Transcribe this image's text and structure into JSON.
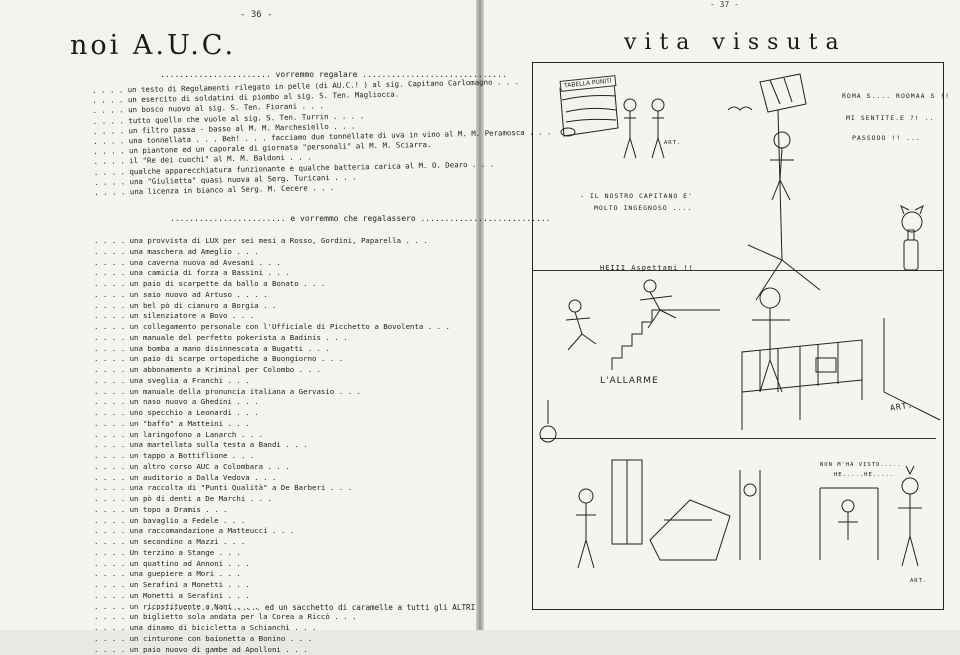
{
  "left_page": {
    "page_number": "- 36 -",
    "title": "noi   A.U.C.",
    "section1_header": "....................... vorremmo regalare ..............................",
    "section1_items": [
      ". . . . un testo di Regolamenti rilegato in pelle (di AU.C.! ) al sig. Capitano Carlomagno . . .",
      ". . . . un esercito di soldatini di piombo al sig. S. Ten. Magliocca.",
      ". . . . un bosco nuovo al sig. S. Ten. Fiorani . . .",
      ". . . . tutto quello che vuole al sig. S. Ten. Turrin . . . .",
      ". . . . un filtro passa - basso al M. M. Marchesiello . . .",
      ". . . . una tonnellata . . . Beh! . . . facciamo due tonnellate di uva in vino al M. M. Peramosca . . .",
      ". . . . un piantone ed un caporale di giornata \"personali\" al M. M. Sciarra.",
      ". . . . il \"Re dei cuochi\" al M. M. Baldoni . . .",
      ". . . . qualche apparecchiatura funzionante e qualche batteria carica al M. O. Dearo . . .",
      ". . . . una \"Giulietta\" quasi nuova al Serg. Turicani . . .",
      ". . . . una licenza in bianco al Serg. M. Cecere . . ."
    ],
    "section2_header": "........................ e vorremmo che regalassero ...........................",
    "section2_items": [
      ". . . . una provvista di LUX per sei mesi a Rosso, Gordini, Paparella . . .",
      ". . . . una maschera ad Ameglio . . .",
      ". . . . una caverna nuova ad Avesani . . .",
      ". . . . una camicia di forza a Bassini . . .",
      ". . . . un paio di scarpette da ballo a Bonato . . .",
      ". . . . un saio nuovo ad Artuso . . . .",
      ". . . . un bel pò di cianuro a Borgia . .",
      ". . . . un silenziatore a Bovo . . .",
      ". . . . un collegamento personale con l'Ufficiale di Picchetto a Bovolenta . . .",
      ". . . . un manuale del perfetto pokerista a Badinis . . .",
      ". . . . una bomba a mano disinnescata a Bugatti . . .",
      ". . . . un paio di scarpe ortopediche a Buongiorno . . .",
      ". . . . un abbonamento a Kriminal per Colombo . . .",
      ". . . . una sveglia a Franchi . . .",
      ". . . . un manuale della pronuncia italiana a Gervasio . . .",
      ". . . . un naso nuovo a Ghedini . . .",
      ". . . . uno specchio a Leonardi . . .",
      ". . . . un \"baffo\" a Matteini . . .",
      ". . . . un laringofono a Lanarch . . .",
      ". . . . una martellata sulla testa a Bandi . . .",
      ". . . . un tappo a Bottiflione . . .",
      ". . . . un altro corso AUC a Colombara . . .",
      ". . . . un auditorio a Dalla Vedova . . .",
      ". . . . una raccolta di \"Punti Qualità\" a De Barberi . . .",
      ". . . . un pò di denti a De Marchi . . .",
      ". . . . un topo a Dramis . . .",
      ". . . . un bavaglio a Fedele . . .",
      ". . . . una raccomandazione a Matteucci . . .",
      ". . . . un secondino a Mazzi . . .",
      ". . . . Un terzino a Stange . . .",
      ". . . . un quattino ad Annoni . . .",
      ". . . . una guepiere a Mori . . .",
      ". . . . un Serafini a Monetti . . .",
      ". . . . un Monetti a Serafini . . .",
      ". . . . un ricostituente a Nani . . .",
      ". . . . un biglietto sola andata per la Corea a Riccò . . .",
      ". . . . una dinamo di bicicletta a Schianchi . . .",
      ". . . . un cinturone con baionetta a Bonino . . .",
      ". . . . un paio nuovo di gambe ad Apolloni . . ."
    ],
    "footer_line": "......................... ed un sacchetto di caramelle a tutti gli ALTRI"
  },
  "right_page": {
    "page_number": "- 37 -",
    "title": "vita  vissuta",
    "panel1": {
      "sign": "TABELLA PUNITI",
      "speech": [
        "ROMA S.... ROOMAA S !!",
        "MI SENTITE.E ?! ..",
        "PASSOOO !! ..."
      ],
      "caption": [
        "- IL NOSTRO CAPITANO E'",
        "MOLTO INGEGNOSO ...."
      ],
      "signature": "ART."
    },
    "panel2": {
      "speech": "HEIII  Aspettami !!",
      "caption": "L'ALLARME",
      "signature": "ART."
    },
    "panel3": {
      "speech": [
        "NON M'HA VISTO.....",
        "HE.....HE....."
      ],
      "signature": "ART."
    }
  }
}
